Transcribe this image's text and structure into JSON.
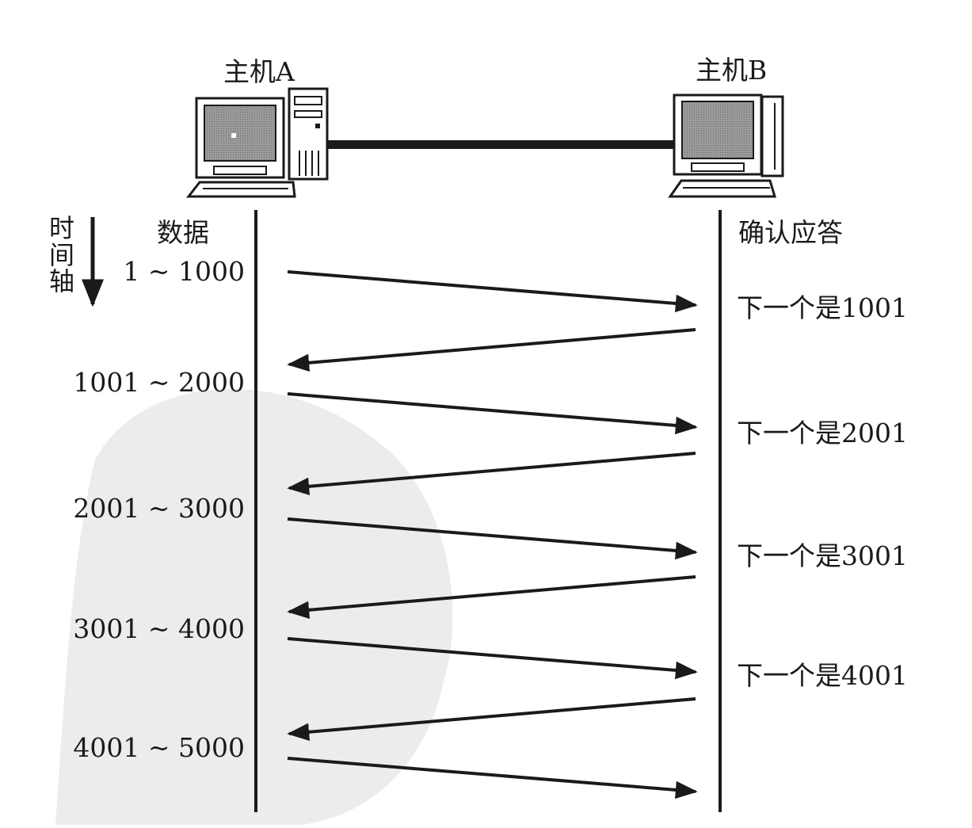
{
  "host_a": {
    "label": "主机A"
  },
  "host_b": {
    "label": "主机B"
  },
  "time_axis": {
    "chars": [
      "时",
      "间",
      "轴"
    ]
  },
  "data_header": "数据",
  "ack_header": "确认应答",
  "data_segments": [
    "1 ~ 1000",
    "1001 ~ 2000",
    "2001 ~ 3000",
    "3001 ~ 4000",
    "4001 ~ 5000"
  ],
  "ack_messages": [
    "下一个是1001",
    "下一个是2001",
    "下一个是3001",
    "下一个是4001"
  ],
  "colors": {
    "ink": "#1a1a1a",
    "screen": "#8f8f8f",
    "watermark": "#e9e9e9"
  }
}
